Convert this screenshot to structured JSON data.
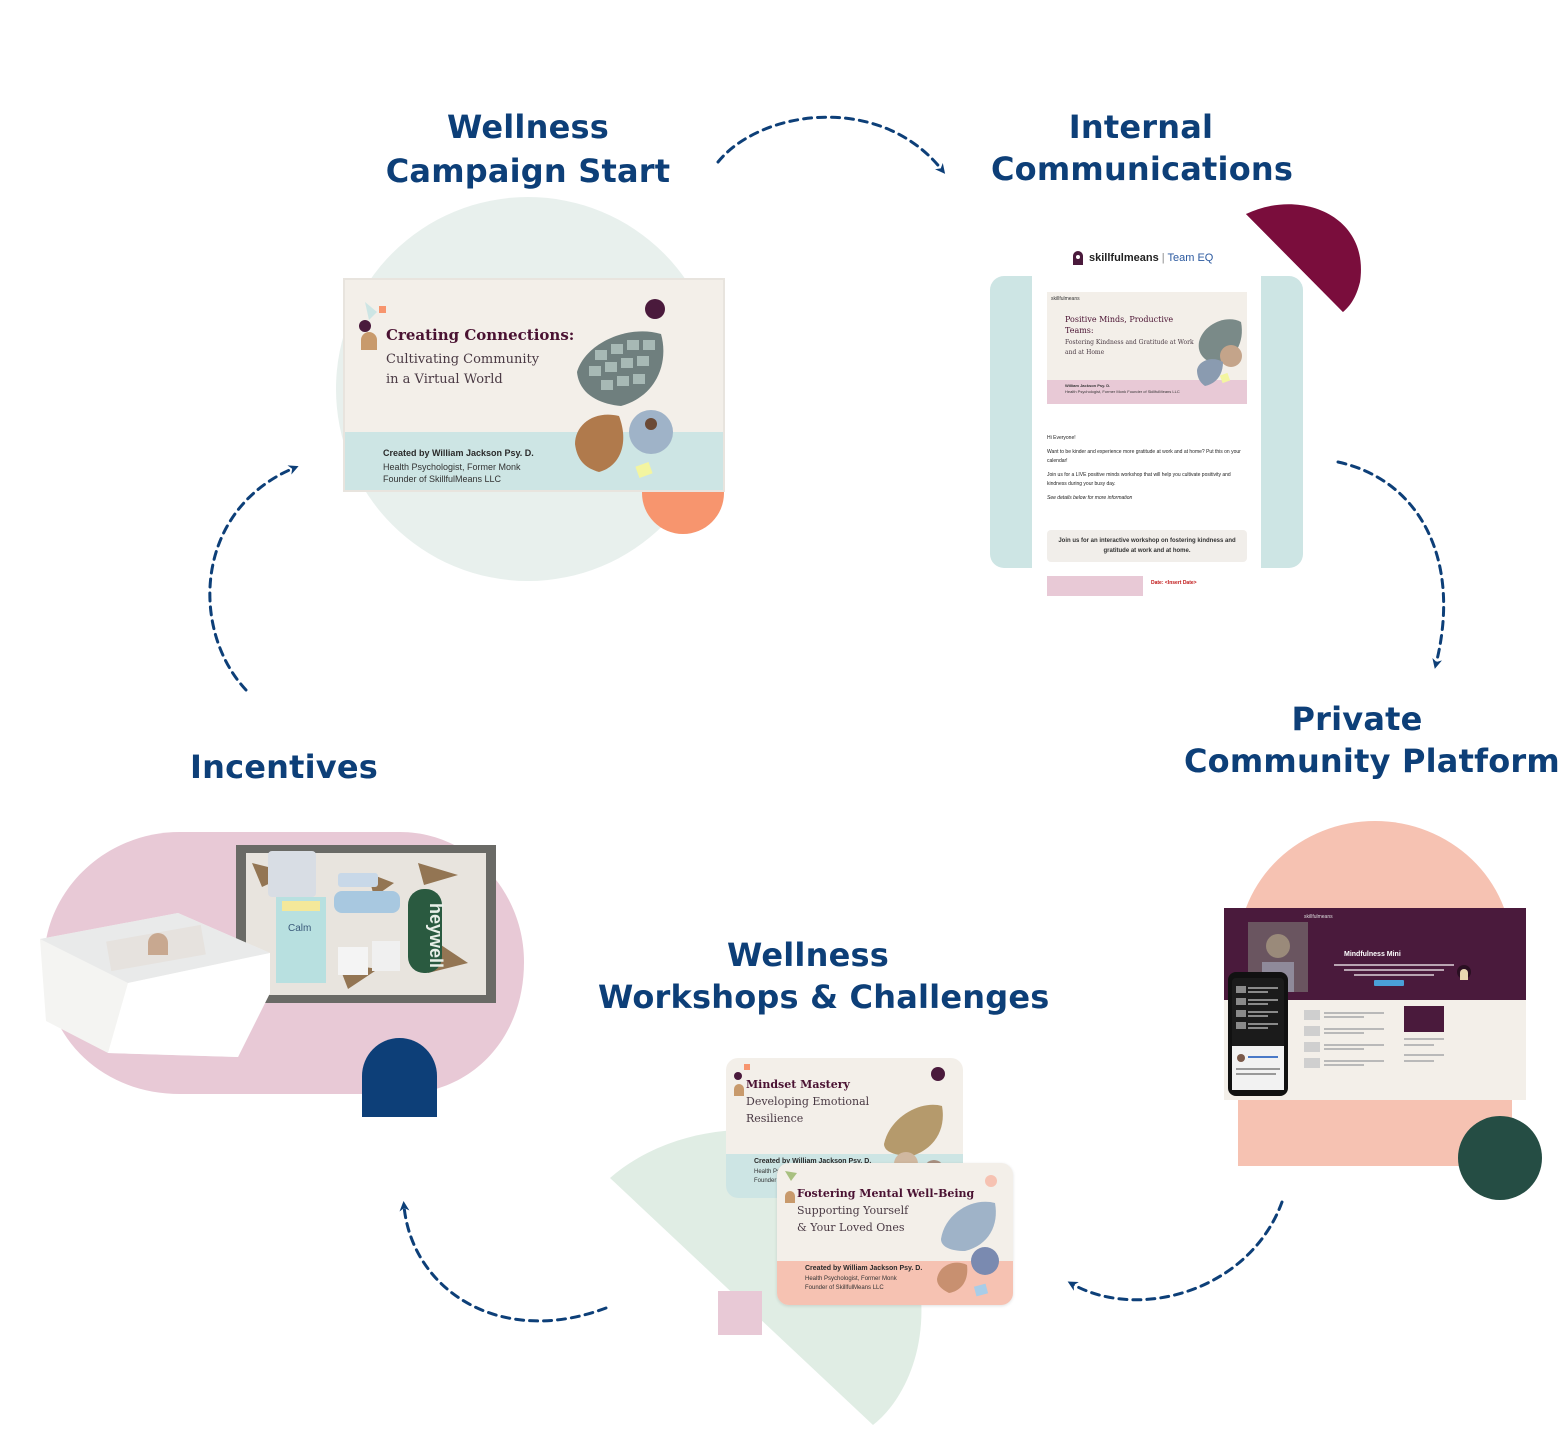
{
  "colors": {
    "title_navy": "#0d3f78",
    "arrow_navy": "#0d3f78",
    "mint_bg": "#e8f0ed",
    "pink_blob": "#e8c9d6",
    "peach": "#f6c2b2",
    "coral": "#f7956e",
    "maroon": "#7a0d3c",
    "dark_green": "#254d44",
    "navy_arch": "#0d3f78",
    "light_teal": "#cde5e4",
    "cream": "#f3efe9"
  },
  "stages": {
    "campaign": {
      "title_line1": "Wellness",
      "title_line2": "Campaign Start"
    },
    "comms": {
      "title_line1": "Internal",
      "title_line2": "Communications"
    },
    "platform": {
      "title_line1": "Private",
      "title_line2": "Community Platform"
    },
    "workshops": {
      "title_line1": "Wellness",
      "title_line2": "Workshops & Challenges"
    },
    "incentives": {
      "title_line1": "Incentives"
    }
  },
  "campaign_card": {
    "title": "Creating Connections:",
    "subtitle_line1": "Cultivating Community",
    "subtitle_line2": "in a Virtual World",
    "author": "Created by William Jackson Psy. D.",
    "role_line1": "Health Psychologist, Former Monk",
    "role_line2": "Founder of SkillfulMeans LLC"
  },
  "email": {
    "brand": "skillfulmeans",
    "team": "Team EQ",
    "hero_brand": "skillfulmeans",
    "hero_title": "Positive Minds, Productive Teams:",
    "hero_subtitle": "Fostering Kindness and Gratitude at Work and at Home",
    "hero_author": "William Jackson Psy. D.",
    "hero_role": "Health Psychologist, Former Monk Founder of SkillfulMeans LLC",
    "greeting": "Hi Everyone!",
    "para1": "Want to be kinder and experience more gratitude at work and at home? Put this on your calendar!",
    "para2": "Join us for a LIVE positive minds workshop that will help you cultivate positivity and kindness during your busy day.",
    "para3": "See details below for more information",
    "cta": "Join us for an interactive workshop on fostering kindness and gratitude at work and at home.",
    "date_label": "Date: <Insert Date>"
  },
  "platform_screen": {
    "brand": "skillfulmeans",
    "heading": "Mindfulness Mini"
  },
  "workshop_cards": [
    {
      "title": "Mindset Mastery",
      "subtitle_line1": "Developing Emotional",
      "subtitle_line2": "Resilience",
      "author": "Created by William Jackson Psy. D.",
      "role_line1": "Health Psychologist, Former Monk",
      "role_line2": "Founder of SkillfulMeans LLC"
    },
    {
      "title": "Fostering Mental Well-Being",
      "subtitle_line1": "Supporting Yourself",
      "subtitle_line2": "& Your Loved Ones",
      "author": "Created by William Jackson Psy. D.",
      "role_line1": "Health Psychologist, Former Monk",
      "role_line2": "Founder of SkillfulMeans LLC"
    }
  ],
  "incentive_box": {
    "brand_text": "heywell",
    "tea_label": "Calm"
  }
}
